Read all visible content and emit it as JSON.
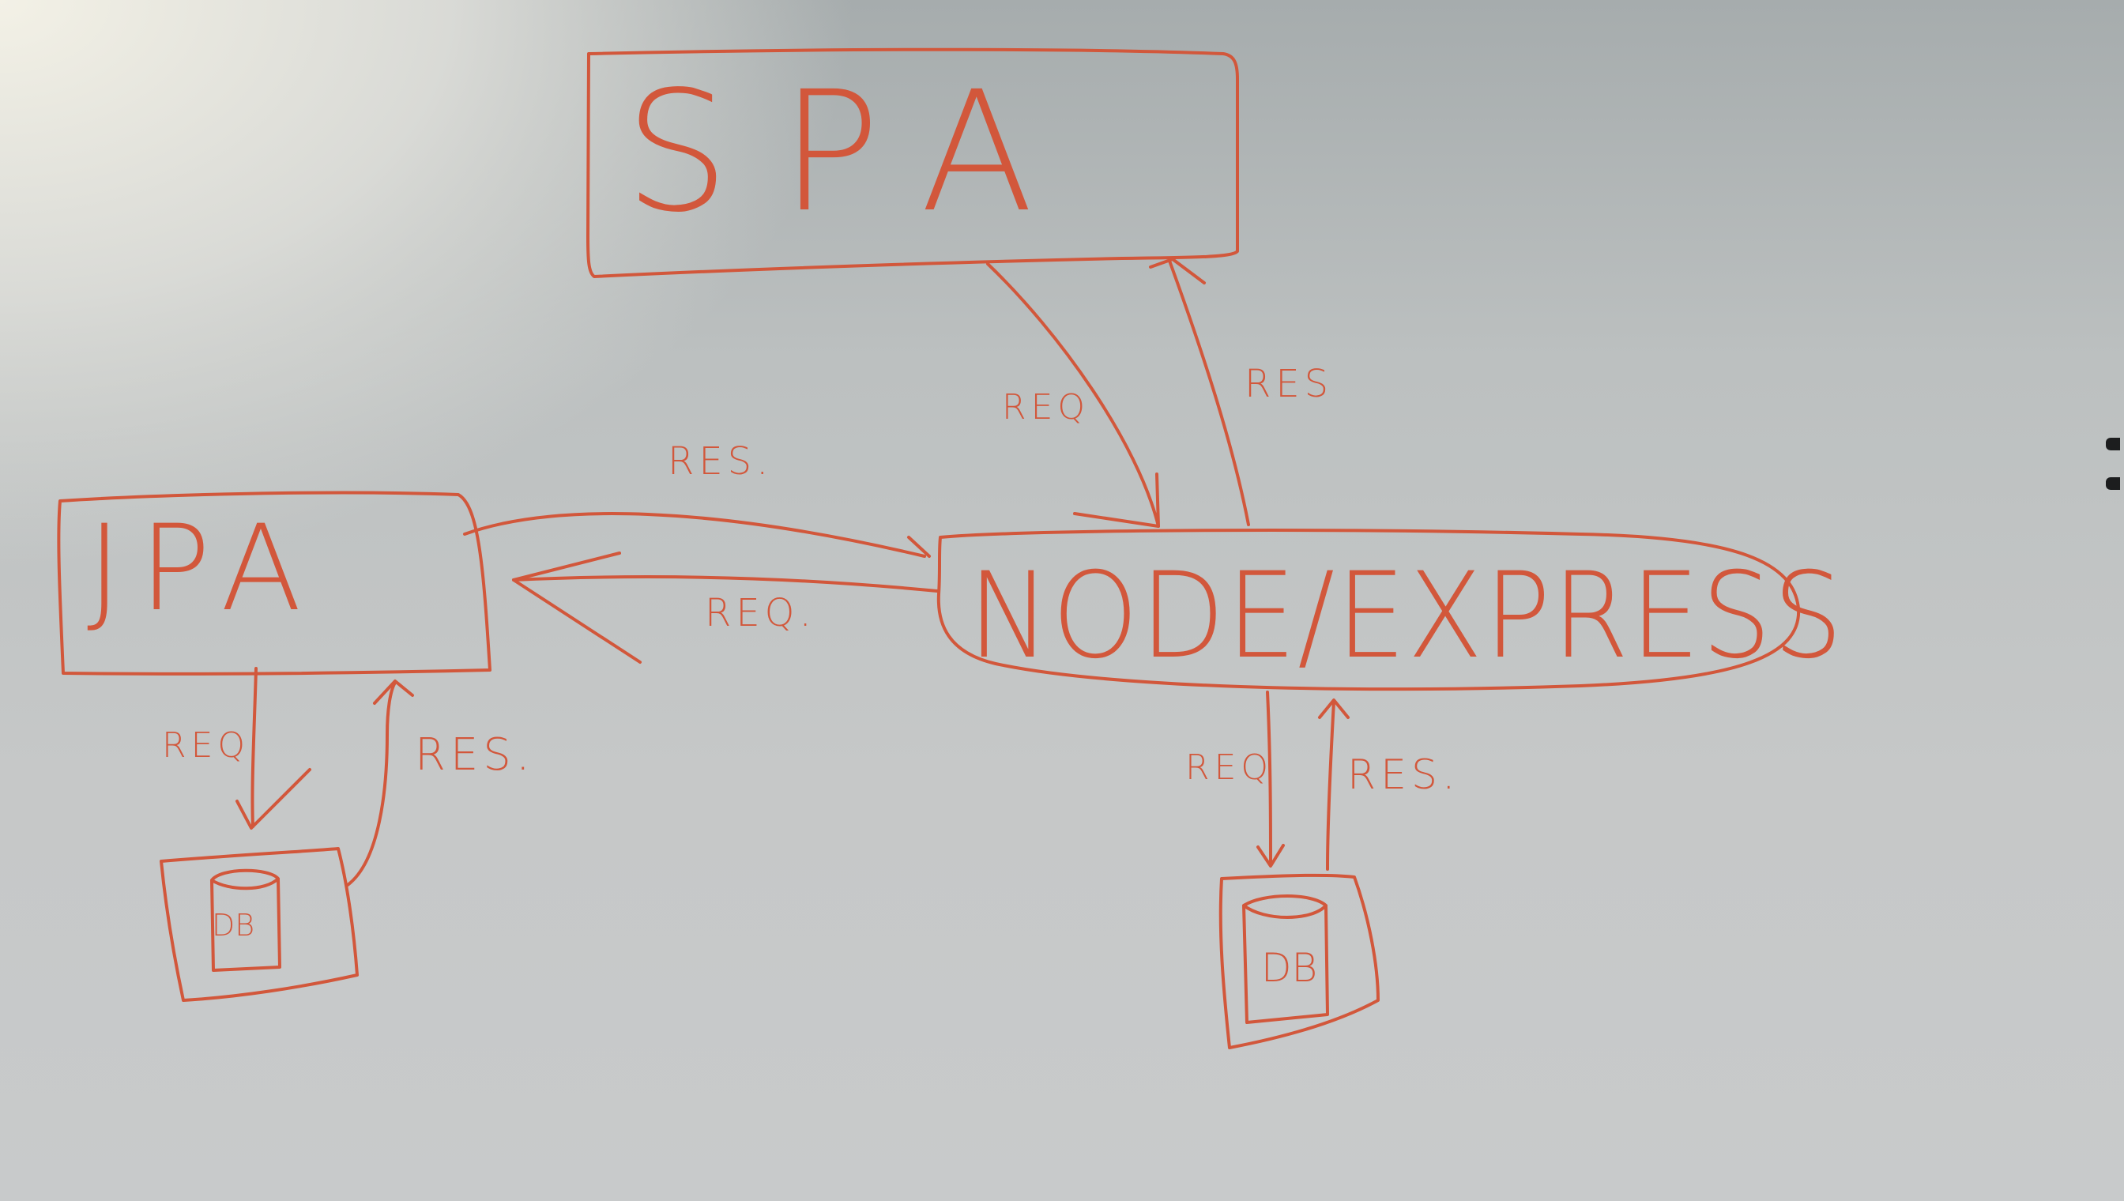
{
  "nodes": {
    "spa": "SPA",
    "jpa": "JPA",
    "node_express": "NODE/EXPRESS",
    "db_left": "DB",
    "db_right": "DB"
  },
  "edges": {
    "spa_to_node_req": "REQ",
    "node_to_spa_res": "RES",
    "jpa_to_node_res": "RES.",
    "node_to_jpa_req": "REQ.",
    "jpa_to_db_req": "REQ",
    "db_to_jpa_res": "RES.",
    "node_to_db_req": "REQ",
    "db_to_node_res": "RES."
  },
  "colors": {
    "ink": "#d2573b",
    "board": "#c6c8c8"
  }
}
